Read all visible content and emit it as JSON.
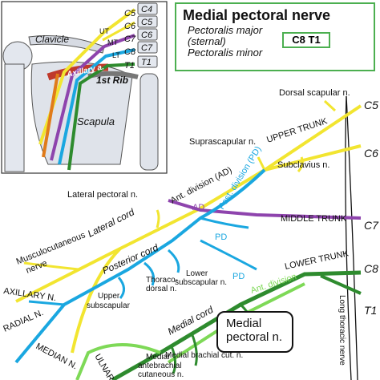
{
  "title": "Medial pectoral nerve",
  "innervates": [
    "Pectoralis major",
    "(sternal)",
    "Pectoralis minor"
  ],
  "roots_label": "C8  T1",
  "inset": {
    "clavicle": "Clavicle",
    "axillary_a": "Axillary a.",
    "first_rib": "1st Rib",
    "scapula": "Scapula",
    "vertebrae": [
      "C4",
      "C5",
      "C6",
      "C7",
      "T1"
    ],
    "side_roots": [
      "C5",
      "C6",
      "C7",
      "C8",
      "T1"
    ],
    "trunk_abbr": [
      "UT",
      "MT",
      "LT"
    ]
  },
  "roots": [
    "C5",
    "C6",
    "C7",
    "C8",
    "T1"
  ],
  "labels": {
    "dorsal_scapular": "Dorsal scapular n.",
    "suprascapular": "Suprascapular n.",
    "upper_trunk": "UPPER TRUNK",
    "subclavius": "Subclavius n.",
    "ant_division_ad": "Ant. division (AD)",
    "post_division_pd": "Post. division (PD)",
    "lateral_pectoral": "Lateral pectoral n.",
    "lateral_cord": "Lateral cord",
    "ad": "AD",
    "middle_trunk": "MIDDLE TRUNK",
    "musculocutaneous_1": "Musculocutaneous",
    "musculocutaneous_2": "nerve",
    "posterior_cord": "Posterior cord",
    "pd1": "PD",
    "pd2": "PD",
    "lower_trunk": "LOWER TRUNK",
    "axillary": "AXILLARY N.",
    "thoracodorsal_1": "Thoraco-",
    "thoracodorsal_2": "dorsal n.",
    "lower_subscap_1": "Lower",
    "lower_subscap_2": "subscapular n.",
    "upper_subscap_1": "Upper",
    "upper_subscap_2": "subscapular",
    "ant_division": "Ant. division",
    "radial": "RADIAL N.",
    "medial_cord": "Medial cord",
    "median": "MEDIAN N.",
    "ulnar": "ULNAR N.",
    "medial_brachial": "Medial brachial cut. n.",
    "medial_antebrachial_1": "Medial",
    "medial_antebrachial_2": "antebrachial",
    "medial_antebrachial_3": "cutaneous n.",
    "long_thoracic": "Long thoracic nerve"
  },
  "callout": [
    "Medial",
    "pectoral n."
  ],
  "colors": {
    "lateral": "#f2e530",
    "posterior": "#1aa7e0",
    "middle": "#8e44ad",
    "medial": "#2e8b2e",
    "medial_light": "#7ed957",
    "accent_box": "#4caf50"
  }
}
